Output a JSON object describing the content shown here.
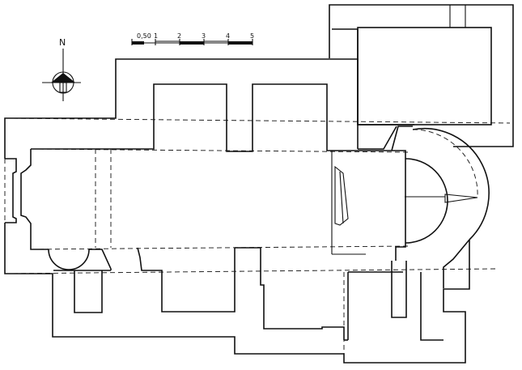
{
  "north": {
    "label": "N"
  },
  "scale": {
    "labels": [
      "0,50",
      "1",
      "2",
      "3",
      "4",
      "5"
    ]
  },
  "icons": {
    "compass": "north-arrow-icon"
  },
  "colors": {
    "ink": "#111111",
    "paper": "#ffffff"
  }
}
